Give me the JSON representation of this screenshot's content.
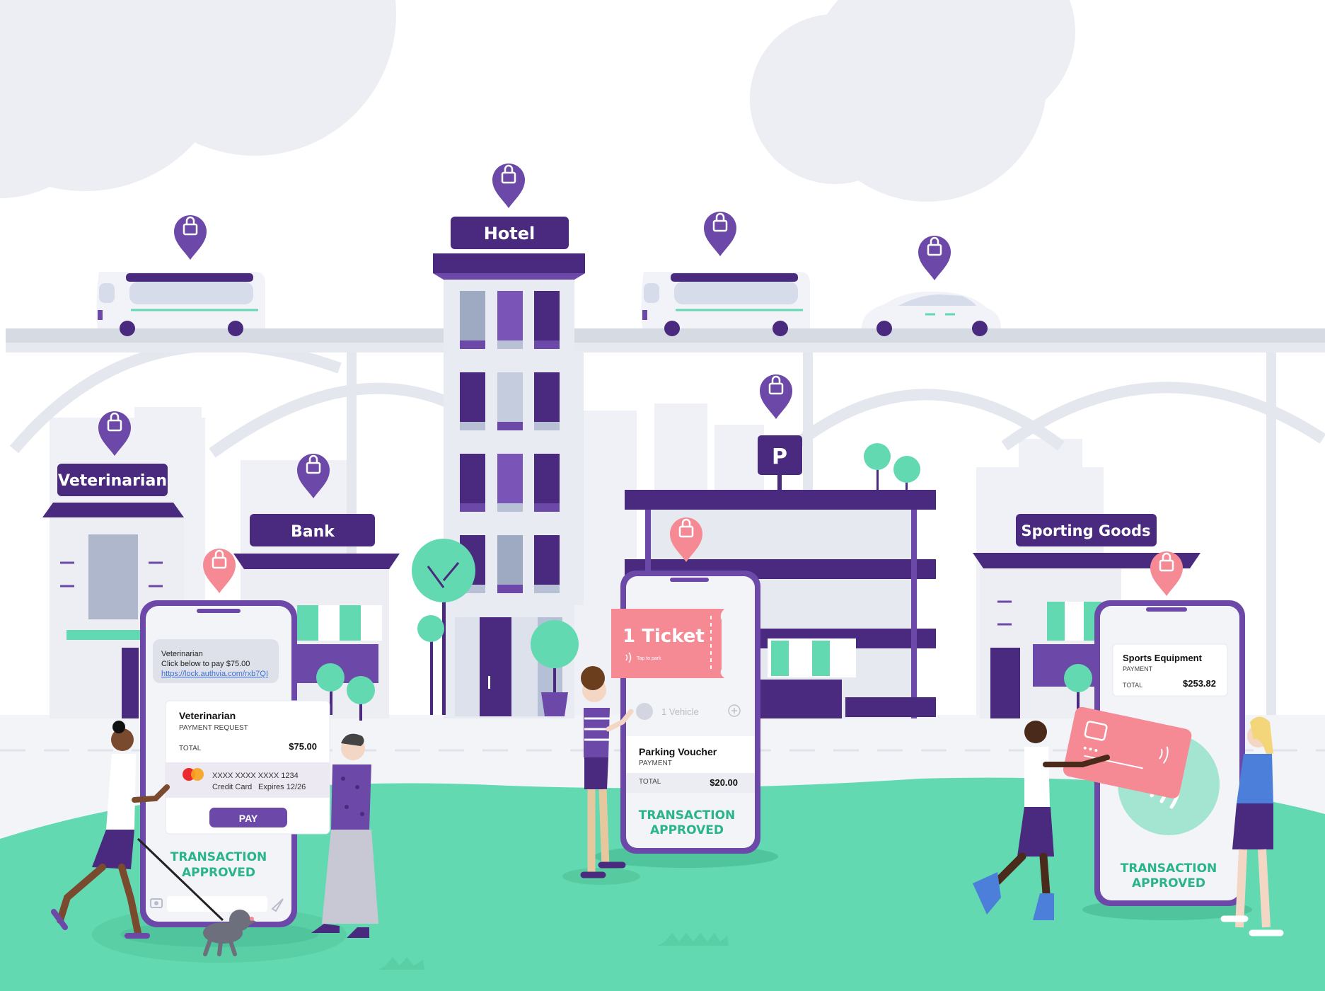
{
  "signs": {
    "hotel": "Hotel",
    "veterinarian": "Veterinarian",
    "bank": "Bank",
    "parking": "P",
    "sporting_goods": "Sporting Goods"
  },
  "phone_vet": {
    "sms_line1": "Veterinarian",
    "sms_line2": "Click below to pay $75.00",
    "sms_link": "https://lock.authvia.com/rxb7QI",
    "card_title": "Veterinarian",
    "card_subtitle": "PAYMENT REQUEST",
    "total_label": "TOTAL",
    "total_value": "$75.00",
    "cc_number": "XXXX XXXX XXXX 1234",
    "cc_type": "Credit Card",
    "cc_expiry": "Expires 12/26",
    "pay_button": "PAY",
    "status_line1": "TRANSACTION",
    "status_line2": "APPROVED"
  },
  "phone_parking": {
    "ticket_title": "1 Ticket",
    "ticket_sub": "Tap to park",
    "vehicle": "1 Vehicle",
    "card_title": "Parking Voucher",
    "card_subtitle": "PAYMENT",
    "total_label": "TOTAL",
    "total_value": "$20.00",
    "status_line1": "TRANSACTION",
    "status_line2": "APPROVED"
  },
  "phone_sports": {
    "card_title": "Sports Equipment",
    "card_subtitle": "PAYMENT",
    "total_label": "TOTAL",
    "total_value": "$253.82",
    "status_line1": "TRANSACTION",
    "status_line2": "APPROVED"
  },
  "colors": {
    "purple_dark": "#4a2a7e",
    "purple": "#6c48a8",
    "green": "#63d9b1",
    "pink": "#f58a95",
    "cloud": "#eceef3",
    "bridge": "#d7dbe5"
  }
}
